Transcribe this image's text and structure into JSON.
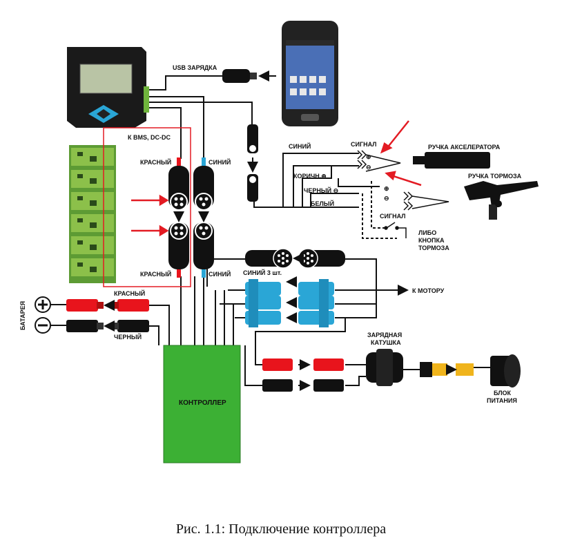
{
  "labels": {
    "usb_charging": "USB ЗАРЯДКА",
    "to_bms": "К BMS, DC-DC",
    "red_top": "КРАСНЫЙ",
    "red_bottom": "КРАСНЫЙ",
    "blue_top": "СИНИЙ",
    "blue_bottom": "СИНИЙ",
    "blue_signal": "СИНИЙ",
    "signal_top": "СИГНАЛ",
    "signal_bottom": "СИГНАЛ",
    "brown_plus": "КОРИЧН.⊕",
    "black_minus": "ЧЕРНЫЙ ⊖",
    "white": "БЕЛЫЙ",
    "plus_1": "⊕",
    "minus_1": "⊖",
    "plus_2": "⊕",
    "minus_2": "⊖",
    "throttle": "РУЧКА АКСЕЛЕРАТОРА",
    "brake_handle": "РУЧКА ТОРМОЗА",
    "or_brake_button_1": "ЛИБО",
    "or_brake_button_2": "КНОПКА",
    "or_brake_button_3": "ТОРМОЗА",
    "blue_3pcs": "СИНИЙ 3 шт.",
    "to_motor": "К МОТОРУ",
    "battery": "БАТАРЕЯ",
    "battery_red": "КРАСНЫЙ",
    "battery_black": "ЧЕРНЫЙ",
    "charging_coil_1": "ЗАРЯДНАЯ",
    "charging_coil_2": "КАТУШКА",
    "power_unit_1": "БЛОК",
    "power_unit_2": "ПИТАНИЯ",
    "controller": "КОНТРОЛЛЕР"
  },
  "caption": "Рис. 1.1: Подключение контроллера",
  "colors": {
    "controller_green": "#3cb034",
    "red_wire": "#e8141c",
    "blue_connector": "#2aa6d6",
    "pcb_green": "#6fb43c",
    "arrow_red": "#e31b23",
    "yellow_plug": "#f0b41c"
  }
}
